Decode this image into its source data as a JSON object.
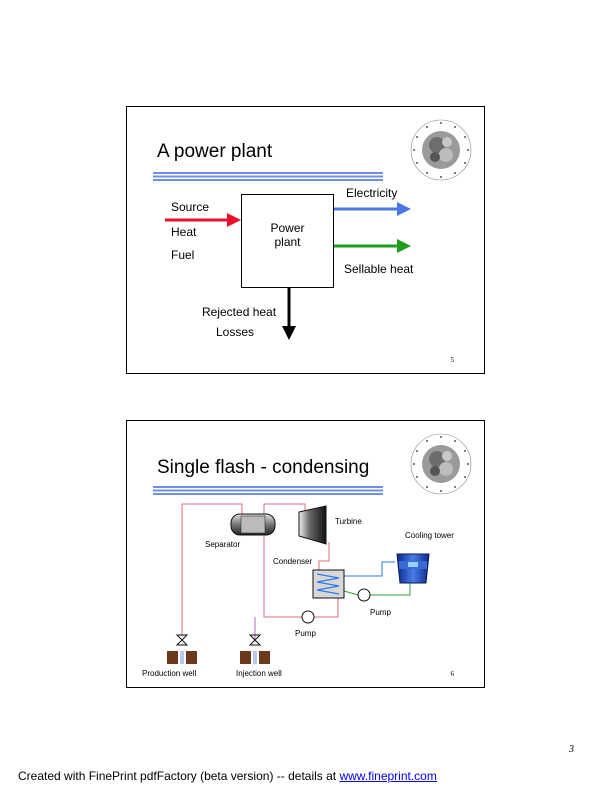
{
  "slide1": {
    "title": "A power plant",
    "box": {
      "line1": "Power",
      "line2": "plant"
    },
    "labels": {
      "source": "Source",
      "heat": "Heat",
      "fuel": "Fuel",
      "electricity": "Electricity",
      "sellable_heat": "Sellable heat",
      "rejected_heat": "Rejected heat",
      "losses": "Losses"
    },
    "number": "5"
  },
  "slide2": {
    "title": "Single flash - condensing",
    "labels": {
      "turbine": "Turbine",
      "separator": "Separator",
      "cooling_tower": "Cooling tower",
      "condenser": "Condenser",
      "pump_right": "Pump",
      "pump_left": "Pump",
      "production_well": "Production well",
      "injection_well": "Injection well"
    },
    "number": "6"
  },
  "page_number": "3",
  "footer": {
    "text": "Created with FinePrint pdfFactory (beta version) -- details at ",
    "link": "www.fineprint.com"
  },
  "colors": {
    "title_rule": "#6f8fe6",
    "source_arrow": "#e8102a",
    "electricity_arrow": "#4b78e6",
    "sellable_heat_arrow": "#1e9e1e",
    "steam_line": "#e06a7a",
    "cooling_line": "#2b7be8",
    "condensate_line": "#2e9e2e",
    "injection_line": "#c060c0"
  },
  "icons": [
    "university-seal-icon",
    "separator-icon",
    "turbine-icon",
    "condenser-icon",
    "cooling-tower-icon",
    "pump-icon",
    "valve-icon",
    "well-icon"
  ]
}
